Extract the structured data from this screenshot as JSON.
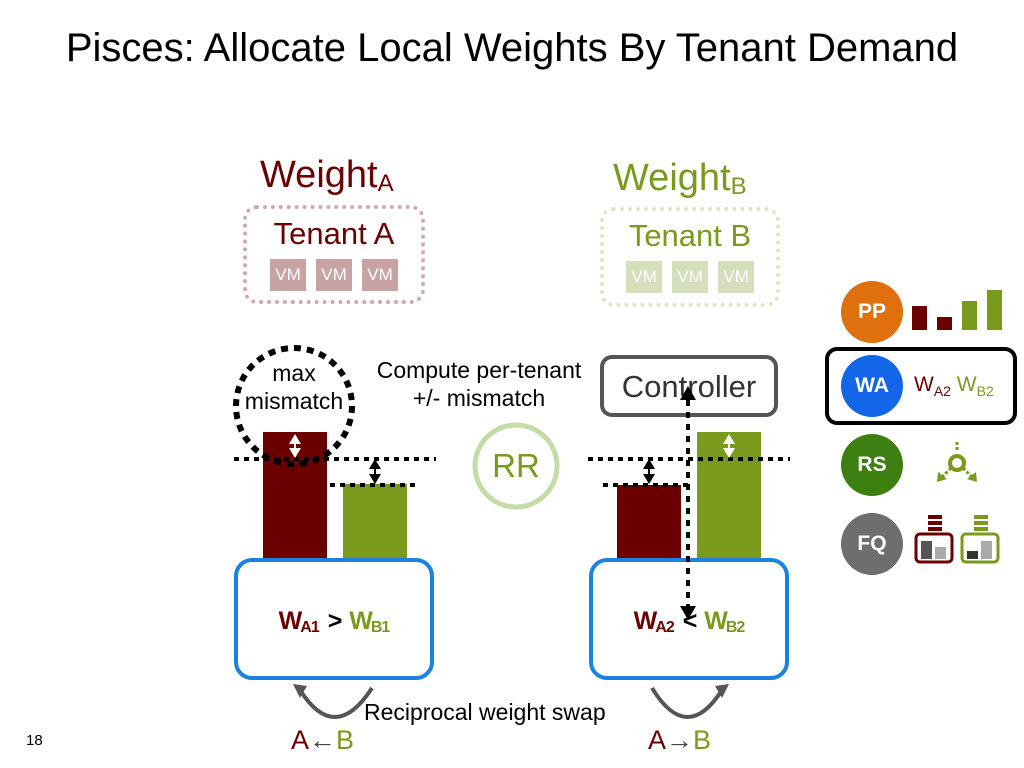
{
  "slide": {
    "title": "Pisces: Allocate Local Weights By Tenant Demand",
    "page_number": "18"
  },
  "tenants": {
    "a": {
      "weight_label": "Weight",
      "weight_sub": "A",
      "name": "Tenant A",
      "vms": [
        "VM",
        "VM",
        "VM"
      ]
    },
    "b": {
      "weight_label": "Weight",
      "weight_sub": "B",
      "name": "Tenant B",
      "vms": [
        "VM",
        "VM",
        "VM"
      ]
    }
  },
  "annotations": {
    "max_mismatch_line1": "max",
    "max_mismatch_line2": "mismatch",
    "compute_line1": "Compute per-tenant",
    "compute_line2": "+/- mismatch",
    "rr": "RR",
    "controller": "Controller",
    "swap": "Reciprocal weight swap",
    "left_swap_a": "A",
    "left_swap_arrow": "←",
    "left_swap_b": "B",
    "right_swap_a": "A",
    "right_swap_arrow": "→",
    "right_swap_b": "B"
  },
  "left_box": {
    "a_label": "W",
    "a_sub": "A1",
    "op": ">",
    "b_label": "W",
    "b_sub": "B1"
  },
  "right_box": {
    "a_label": "W",
    "a_sub": "A2",
    "op": "<",
    "b_label": "W",
    "b_sub": "B2"
  },
  "legend": {
    "pp": "PP",
    "wa": "WA",
    "rs": "RS",
    "fq": "FQ",
    "wa_a_label": "W",
    "wa_a_sub": "A2",
    "wa_b_label": "W",
    "wa_b_sub": "B2"
  },
  "colors": {
    "tenant_a": "#6b0000",
    "tenant_b": "#7a9a1e",
    "tenant_a_light": "#c9a3a3",
    "tenant_b_light": "#d6dfbb",
    "box_blue": "#1a82e2",
    "pp": "#e0700e",
    "wa": "#1366e8",
    "rs": "#3e7f12",
    "fq": "#6e6e6e"
  }
}
